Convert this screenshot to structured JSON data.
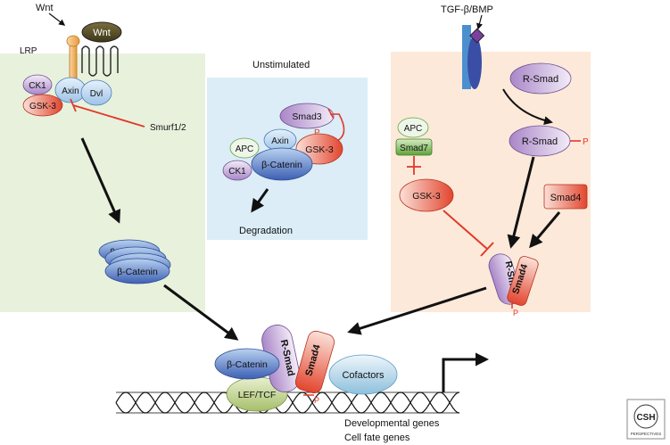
{
  "labels": {
    "wnt_ligand_arrow": "Wnt",
    "wnt_ligand": "Wnt",
    "lrp": "LRP",
    "ck1": "CK1",
    "axin": "Axin",
    "dvl": "Dvl",
    "gsk3": "GSK-3",
    "smurf": "Smurf1/2",
    "beta_catenin_hidden": "β-Catenin",
    "beta_catenin": "β-Catenin",
    "unstimulated": "Unstimulated",
    "smad3": "Smad3",
    "p": "P",
    "apc": "APC",
    "axin_center": "Axin",
    "gsk3_center": "GSK-3",
    "ck1_center": "CK1",
    "beta_catenin_center": "β-Catenin",
    "degradation": "Degradation",
    "tgf": "TGF-β/BMP",
    "rsmad_top": "R-Smad",
    "rsmad_mid": "R-Smad",
    "p_mid": "P",
    "apc_right": "APC",
    "smad7": "Smad7",
    "gsk3_right": "GSK-3",
    "smad4_box": "Smad4",
    "rsmad_complex": "R-Smad",
    "smad4_complex": "Smad4",
    "p_complex": "P",
    "beta_catenin_nuclear": "β-Catenin",
    "rsmad_nuclear": "R-Smad",
    "smad4_nuclear": "Smad4",
    "cofactors": "Cofactors",
    "lef_tcf": "LEF/TCF",
    "p_nuclear": "P",
    "dev_genes": "Developmental genes",
    "cell_fate_genes": "Cell fate genes",
    "csh_logo": "CSH",
    "csh_logo_sub": "PERSPECTIVES"
  },
  "colors": {
    "wnt_panel": "#e8f1dc",
    "center_panel": "#dcedf7",
    "tgf_panel": "#fde9d9",
    "inhibition": "#e03a2a"
  }
}
